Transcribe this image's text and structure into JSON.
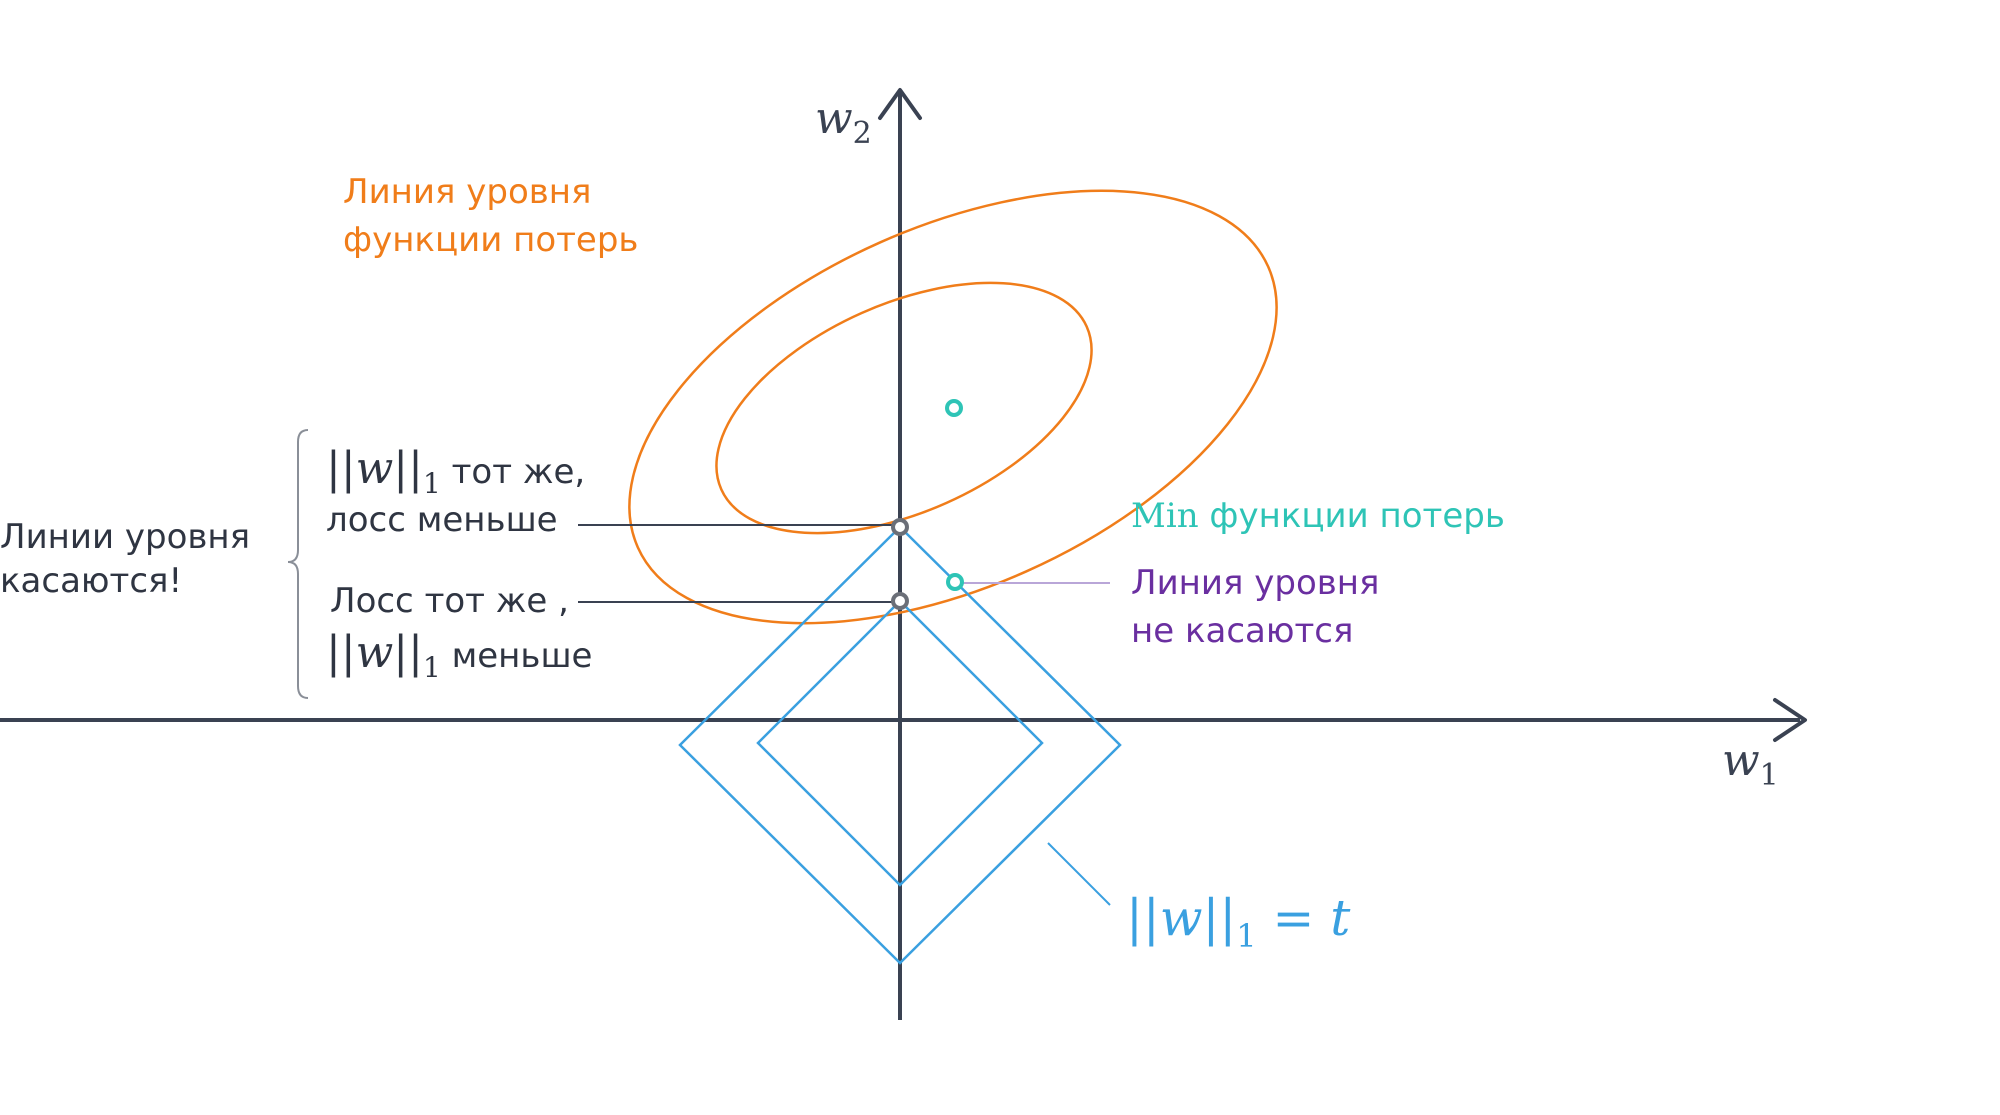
{
  "axes": {
    "x_label": "w",
    "x_label_sub": "1",
    "y_label": "w",
    "y_label_sub": "2"
  },
  "labels": {
    "loss_level_line_1": "Линия уровня",
    "loss_level_line_2": "функции потерь",
    "min_loss_prefix": "Min",
    "min_loss_text": " функции потерь",
    "not_touching_1": "Линия уровня",
    "not_touching_2": "не касаются",
    "touching_1": "Линии уровня",
    "touching_2": "касаются!",
    "norm_same_norm": "||w||",
    "norm_same_sub": "1",
    "norm_same_text": " тот же,",
    "norm_same_line2": "лосс меньше",
    "loss_same_line1": "Лосс тот же ,",
    "loss_same_norm": "||w||",
    "loss_same_sub": "1",
    "loss_same_text": " меньше",
    "constraint_norm": "||w||",
    "constraint_sub": "1",
    "constraint_eq": " = ",
    "constraint_t": "t"
  },
  "colors": {
    "axis": "#3a4252",
    "loss_contour": "#f07d1a",
    "constraint": "#3aa0e0",
    "minimum": "#2ec4b6",
    "not_touching": "#6a2fa0",
    "text": "#2f3542",
    "bracket": "#8a8f98",
    "touch_point": "#6b6f78"
  }
}
